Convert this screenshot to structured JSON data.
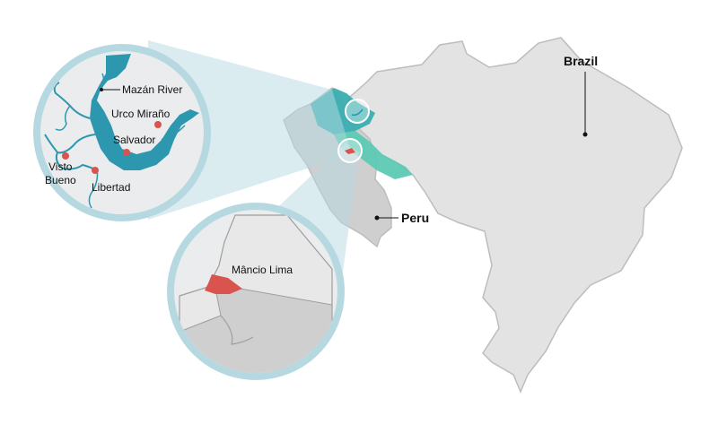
{
  "countries": {
    "brazil": "Brazil",
    "peru": "Peru"
  },
  "inset_top": {
    "mazan_river": "Mazán River",
    "urco_mirano": "Urco Miraño",
    "salvador": "Salvador",
    "visto_bueno_line1": "Visto",
    "visto_bueno_line2": "Bueno",
    "libertad": "Libertad"
  },
  "inset_bottom": {
    "mancio_lima": "Mâncio Lima"
  },
  "colors": {
    "land": "#e3e3e3",
    "land_stroke": "#bdbdbd",
    "peru": "#cfcfcf",
    "region_dark": "#3aaeb0",
    "region_light": "#5cc9b3",
    "callout": "#b6d9e1",
    "inset_bg": "#eaeced",
    "river": "#2e97b0",
    "site": "#d9534f"
  }
}
